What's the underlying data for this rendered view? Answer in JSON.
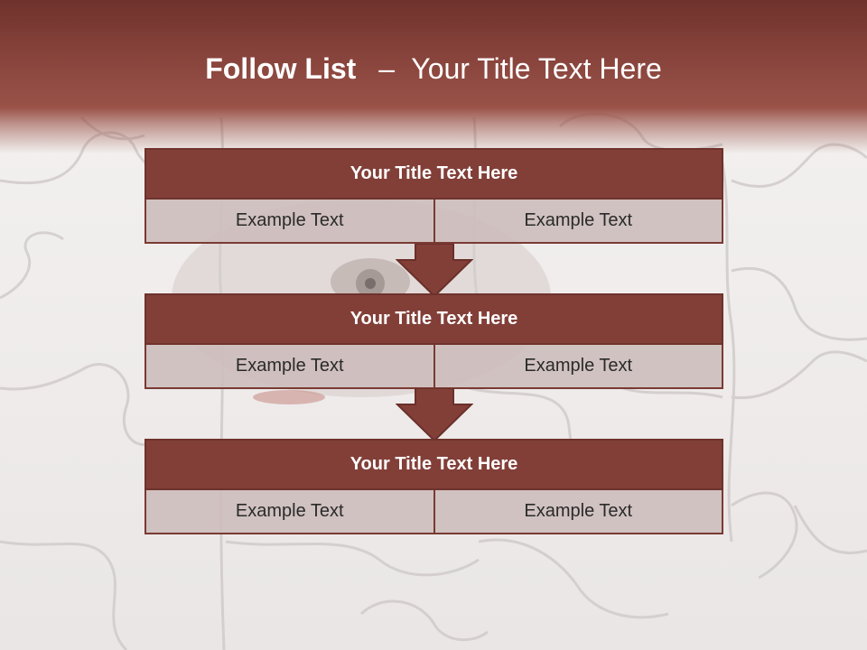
{
  "header": {
    "title_bold": "Follow List",
    "title_dash": "–",
    "title_rest": "Your Title Text Here"
  },
  "blocks": [
    {
      "title": "Your Title Text Here",
      "cells": [
        "Example Text",
        "Example Text"
      ]
    },
    {
      "title": "Your Title Text Here",
      "cells": [
        "Example Text",
        "Example Text"
      ]
    },
    {
      "title": "Your Title Text Here",
      "cells": [
        "Example Text",
        "Example Text"
      ]
    }
  ],
  "colors": {
    "header_band": "#823f38",
    "block_title_fill": "#823f38",
    "block_row_fill": "#cdbebd",
    "arrow_fill": "#823f38"
  },
  "icons": {
    "arrows": [
      "down-arrow-icon",
      "down-arrow-icon"
    ]
  }
}
